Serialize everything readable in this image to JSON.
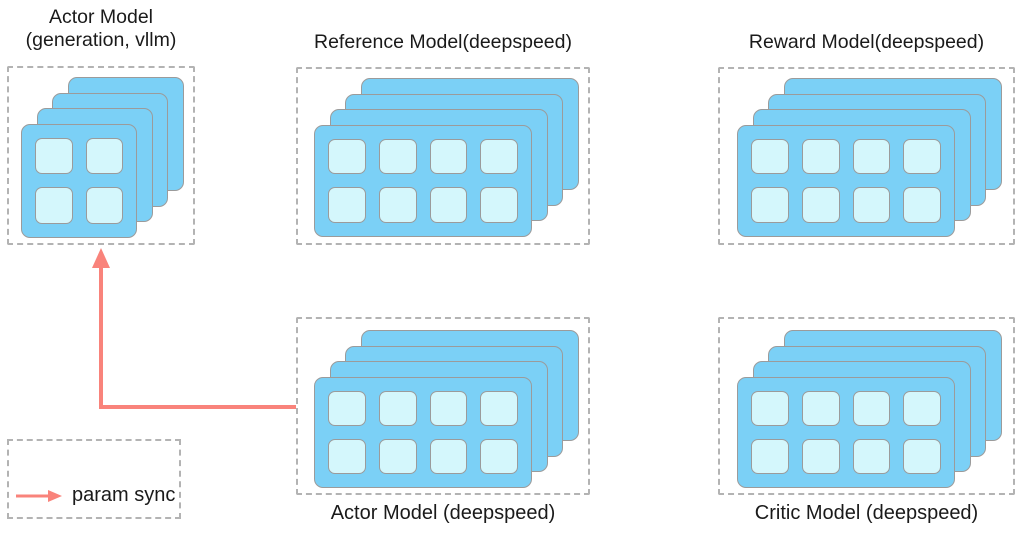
{
  "figure": {
    "description_visible_text_only": "",
    "legend": {
      "label": "param sync"
    }
  },
  "colors": {
    "card_fill": "#7bd0f6",
    "cell_fill": "#d4f7fc",
    "stroke": "#9b9b9b",
    "dashed_border": "#b3b3b3",
    "arrow": "#f9837b",
    "text": "#1a1a1a"
  },
  "clusters": [
    {
      "id": "actor-vllm",
      "title": "Actor Model",
      "subtitle": "(generation, vllm)",
      "label_position": "top",
      "cards": 4,
      "grid": {
        "rows": 2,
        "cols": 2
      }
    },
    {
      "id": "reference-model",
      "title": "Reference Model(deepspeed)",
      "subtitle": "",
      "label_position": "top",
      "cards": 4,
      "grid": {
        "rows": 2,
        "cols": 4
      }
    },
    {
      "id": "reward-model",
      "title": "Reward Model(deepspeed)",
      "subtitle": "",
      "label_position": "top",
      "cards": 4,
      "grid": {
        "rows": 2,
        "cols": 4
      }
    },
    {
      "id": "actor-deepspeed",
      "title": "Actor Model (deepspeed)",
      "subtitle": "",
      "label_position": "bottom",
      "cards": 4,
      "grid": {
        "rows": 2,
        "cols": 4
      }
    },
    {
      "id": "critic-model",
      "title": "Critic Model (deepspeed)",
      "subtitle": "",
      "label_position": "bottom",
      "cards": 4,
      "grid": {
        "rows": 2,
        "cols": 4
      }
    }
  ],
  "arrows": [
    {
      "id": "param-sync",
      "from": "actor-deepspeed",
      "to": "actor-vllm",
      "meaning": "param sync"
    }
  ]
}
